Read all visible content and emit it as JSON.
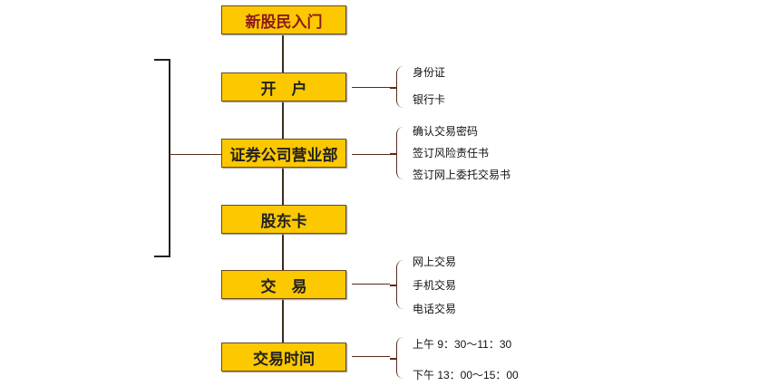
{
  "steps": [
    {
      "label": "新股民入门"
    },
    {
      "label": "开　户",
      "details": [
        "身份证",
        "银行卡"
      ]
    },
    {
      "label": "证券公司营业部",
      "details": [
        "确认交易密码",
        "签订风险责任书",
        "签订网上委托交易书"
      ]
    },
    {
      "label": "股东卡"
    },
    {
      "label": "交　易",
      "details": [
        "网上交易",
        "手机交易",
        "电话交易"
      ]
    },
    {
      "label": "交易时间",
      "details": [
        "上午 9：30～11：30",
        "下午 13：00～15：00"
      ]
    }
  ],
  "colors": {
    "box": "#fcc800",
    "title_text": "#8b1a1a"
  }
}
